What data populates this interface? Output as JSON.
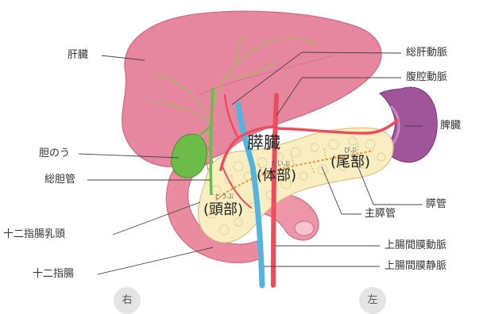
{
  "labels": {
    "liver": "肝臓",
    "gallbladder": "胆のう",
    "common_bile_duct": "総胆管",
    "papilla": "十二指腸乳頭",
    "duodenum": "十二指腸",
    "common_hepatic_artery": "総肝動脈",
    "celiac_artery": "腹腔動脈",
    "spleen": "脾臓",
    "pancreatic_duct": "膵管",
    "main_pancreatic_duct": "主膵管",
    "sma": "上腸間膜動脈",
    "smv": "上腸間膜静脈"
  },
  "pancreas": {
    "title": "膵臓",
    "head": "(頭部)",
    "head_ruby": "とうぶ",
    "body": "(体部)",
    "body_ruby": "たいぶ",
    "tail": "(尾部)",
    "tail_ruby": "びぶ"
  },
  "orientation": {
    "right": "右",
    "left": "左"
  },
  "colors": {
    "liver": "#e6879f",
    "gallbladder": "#6dbb49",
    "pancreas": "#f8eec2",
    "spleen": "#a0559b",
    "duodenum": "#eb8ba0",
    "artery": "#ec4d5c",
    "vein": "#54b4e0"
  }
}
